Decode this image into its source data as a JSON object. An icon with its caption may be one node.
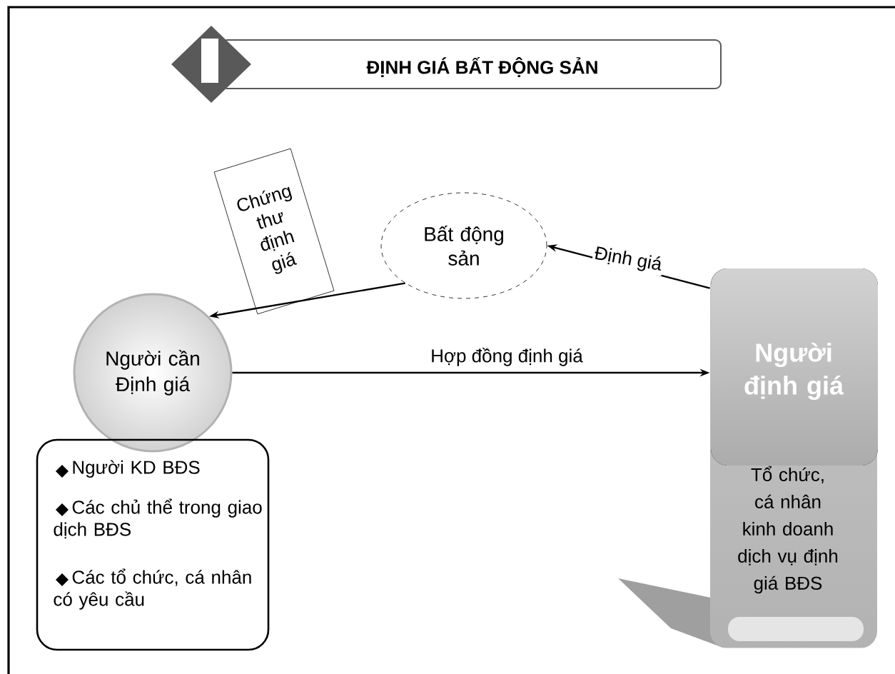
{
  "diagram": {
    "title": "ĐỊNH GIÁ BẤT ĐỘNG SẢN",
    "nodes": [
      {
        "text": [
          "Chứng thư định giá"
        ]
      },
      {
        "text": [
          "Bất động sản"
        ]
      },
      {
        "text": [
          "Người cần Định giá"
        ]
      },
      {
        "text": [
          "Người KD BĐS",
          "Các chủ thể trong giao dịch BĐS",
          "Các tổ chức, cá nhân có yêu cầu"
        ]
      },
      {
        "text": [
          "Người định giá",
          "Tổ chức, cá nhân kinh doanh dịch vụ định giá BĐS"
        ]
      }
    ],
    "edges": [
      {
        "from": 4,
        "to": 1,
        "arrow": "to",
        "label": "Định giá"
      },
      {
        "from": 1,
        "to": 2,
        "arrow": "to"
      },
      {
        "from": 2,
        "to": 4,
        "arrow": "to",
        "label": "Hợp đồng định giá"
      }
    ]
  }
}
